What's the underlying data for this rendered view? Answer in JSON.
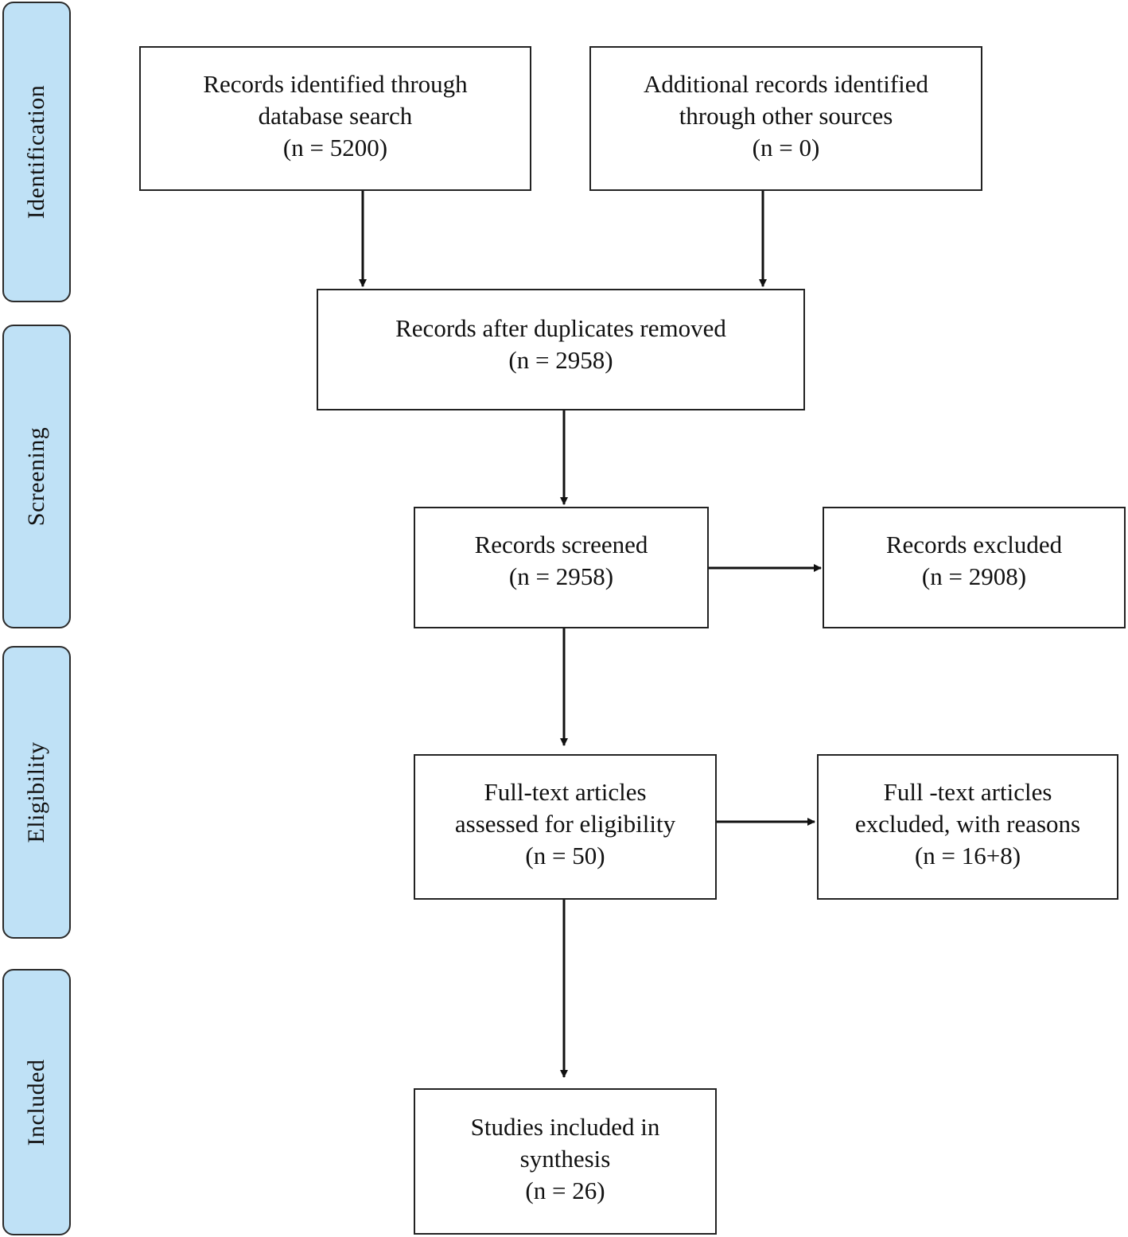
{
  "stages": {
    "identification": "Identification",
    "screening": "Screening",
    "eligibility": "Eligibility",
    "included": "Included"
  },
  "boxes": {
    "database_search": {
      "line1": "Records identified through",
      "line2": "database search",
      "count": "(n = 5200)"
    },
    "other_sources": {
      "line1": "Additional records identified",
      "line2": "through other sources",
      "count": "(n = 0)"
    },
    "after_duplicates": {
      "line1": "Records after duplicates removed",
      "count": "(n = 2958)"
    },
    "screened": {
      "line1": "Records screened",
      "count": "(n = 2958)"
    },
    "excluded": {
      "line1": "Records excluded",
      "count": "(n = 2908)"
    },
    "full_text_assessed": {
      "line1": "Full-text articles",
      "line2": "assessed for eligibility",
      "count": "(n = 50)"
    },
    "full_text_excluded": {
      "line1": "Full -text articles",
      "line2": "excluded, with reasons",
      "count": "(n = 16+8)"
    },
    "included_synthesis": {
      "line1": "Studies included in",
      "line2": "synthesis",
      "count": "(n = 26)"
    }
  },
  "colors": {
    "stage_fill": "#bfe1f6",
    "border": "#222222",
    "arrow": "#111111"
  }
}
